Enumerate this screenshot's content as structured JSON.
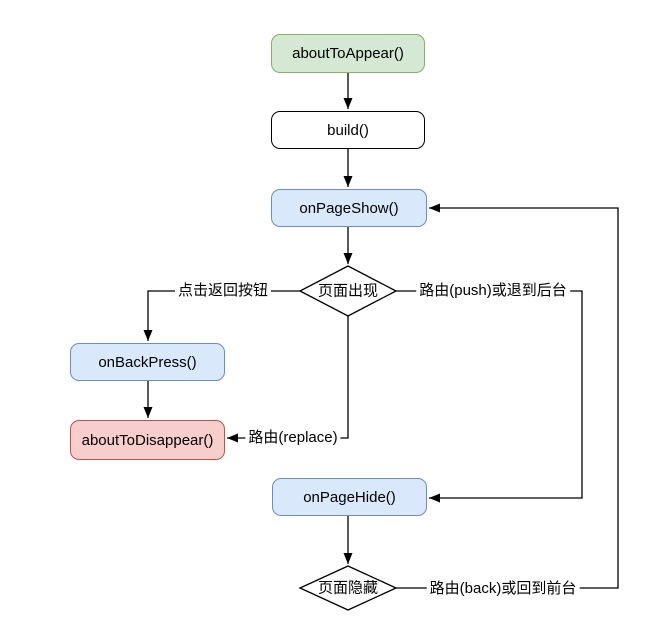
{
  "diagram": {
    "title": "page lifecycle flowchart",
    "background_color": "#ffffff",
    "line_color": "#000000",
    "nodes": {
      "about_to_appear": {
        "label": "aboutToAppear()",
        "fill": "#d5e8d4",
        "stroke": "#82b366"
      },
      "build": {
        "label": "build()",
        "fill": "#ffffff",
        "stroke": "#000000"
      },
      "on_page_show": {
        "label": "onPageShow()",
        "fill": "#dae8fc",
        "stroke": "#6c8ebf"
      },
      "page_appear": {
        "label": "页面出现",
        "fill": "#ffffff",
        "stroke": "#000000",
        "shape": "diamond"
      },
      "on_back_press": {
        "label": "onBackPress()",
        "fill": "#dae8fc",
        "stroke": "#6c8ebf"
      },
      "about_to_disappear": {
        "label": "aboutToDisappear()",
        "fill": "#f8cecc",
        "stroke": "#b85450"
      },
      "on_page_hide": {
        "label": "onPageHide()",
        "fill": "#dae8fc",
        "stroke": "#6c8ebf"
      },
      "page_hide": {
        "label": "页面隐藏",
        "fill": "#ffffff",
        "stroke": "#000000",
        "shape": "diamond"
      }
    },
    "edges": {
      "click_back": {
        "label": "点击返回按钮",
        "from": "page_appear",
        "to": "on_back_press"
      },
      "route_push": {
        "label": "路由(push)或退到后台",
        "from": "page_appear",
        "to": "on_page_hide"
      },
      "route_replace": {
        "label": "路由(replace)",
        "from": "page_appear",
        "to": "about_to_disappear"
      },
      "route_back": {
        "label": "路由(back)或回到前台",
        "from": "page_hide",
        "to": "on_page_show"
      }
    }
  }
}
